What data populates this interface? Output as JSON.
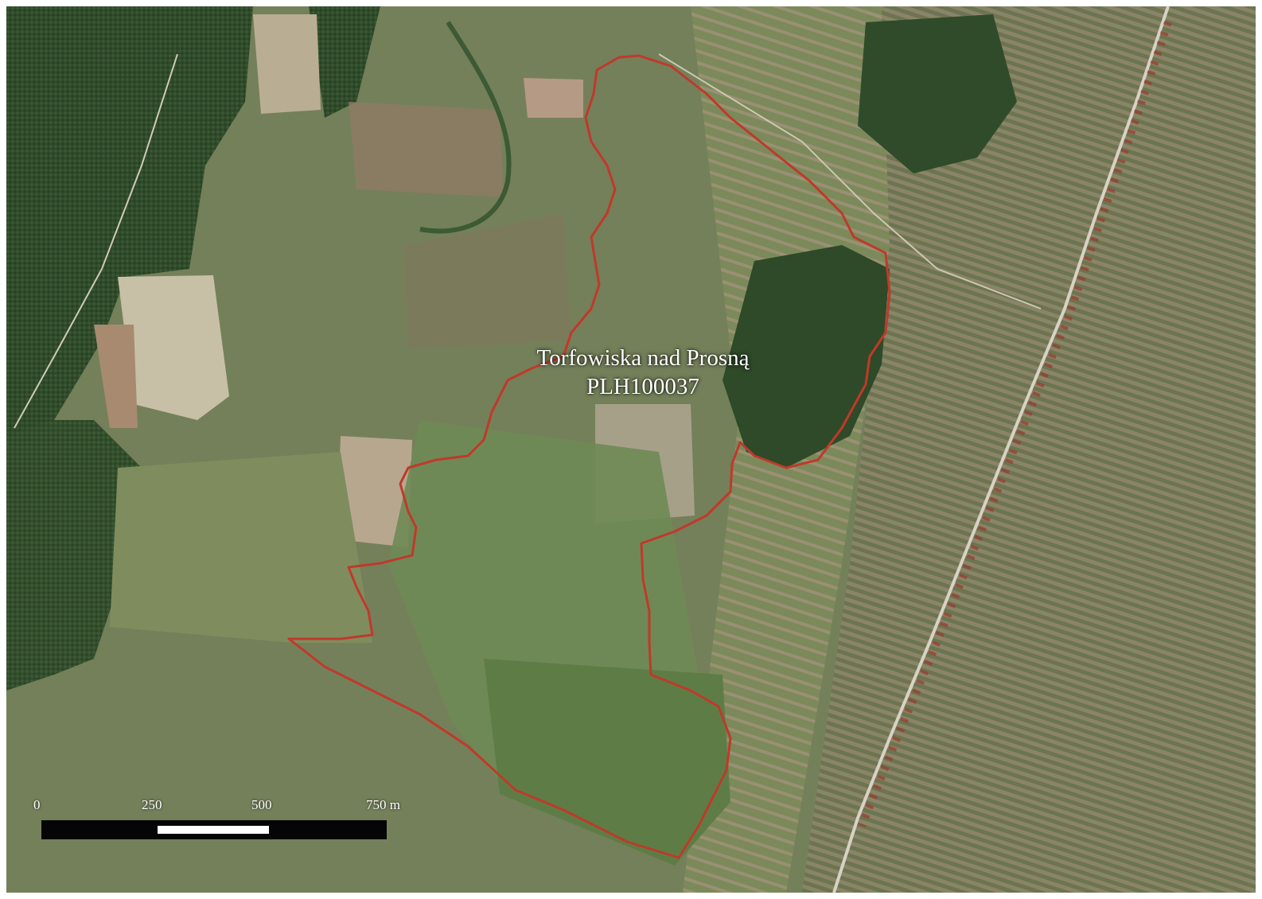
{
  "map": {
    "site_name": "Torfowiska nad Prosną",
    "site_code": "PLH100037",
    "boundary_color": "#c0392b",
    "layer": "satellite-imagery"
  },
  "scale_bar": {
    "labels": [
      "0",
      "250",
      "500",
      "750 m"
    ]
  }
}
